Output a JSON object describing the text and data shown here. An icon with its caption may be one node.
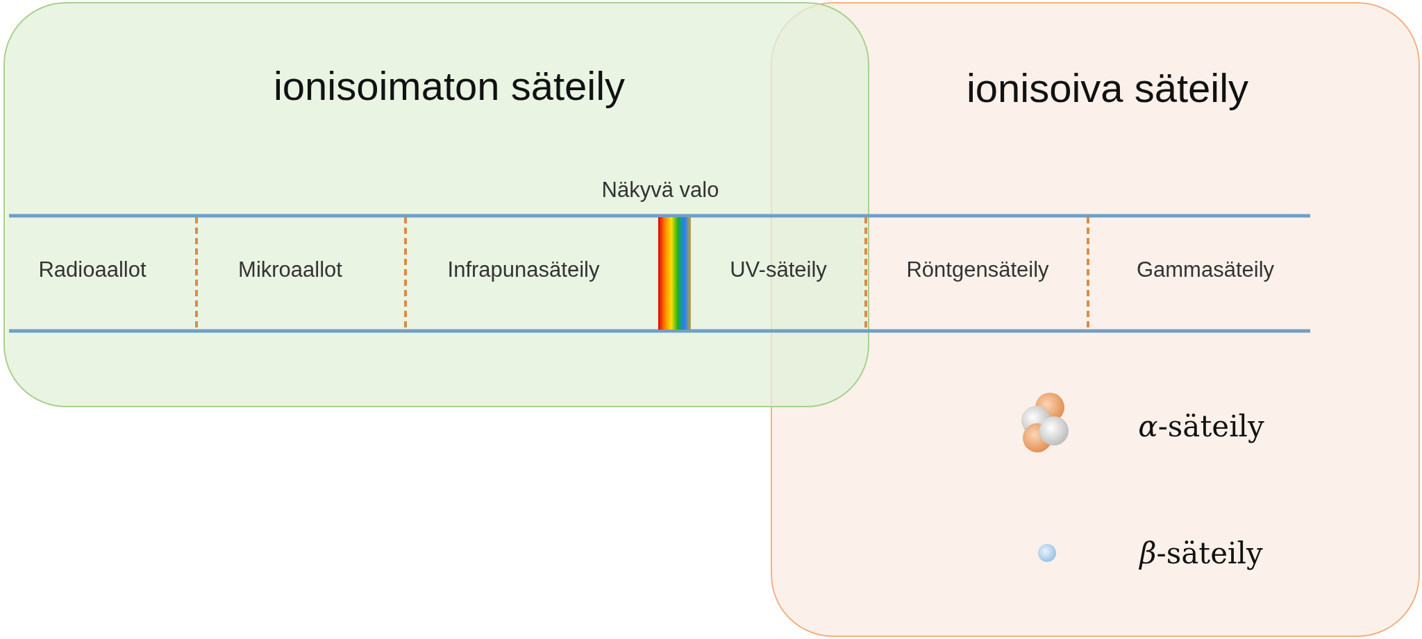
{
  "diagram": {
    "nodes": [
      {
        "text": [
          "ionisoimaton säteily"
        ]
      },
      {
        "text": [
          "ionisoiva säteily"
        ]
      }
    ],
    "edges": [],
    "labels": [
      "Näkyvä valo",
      "Radioaallot",
      "Mikroaallot",
      "Infrapunasäteily",
      "UV-säteily",
      "Röntgensäteily",
      "Gammasäteily",
      "*α*-säteily",
      "*β*-säteily"
    ]
  }
}
